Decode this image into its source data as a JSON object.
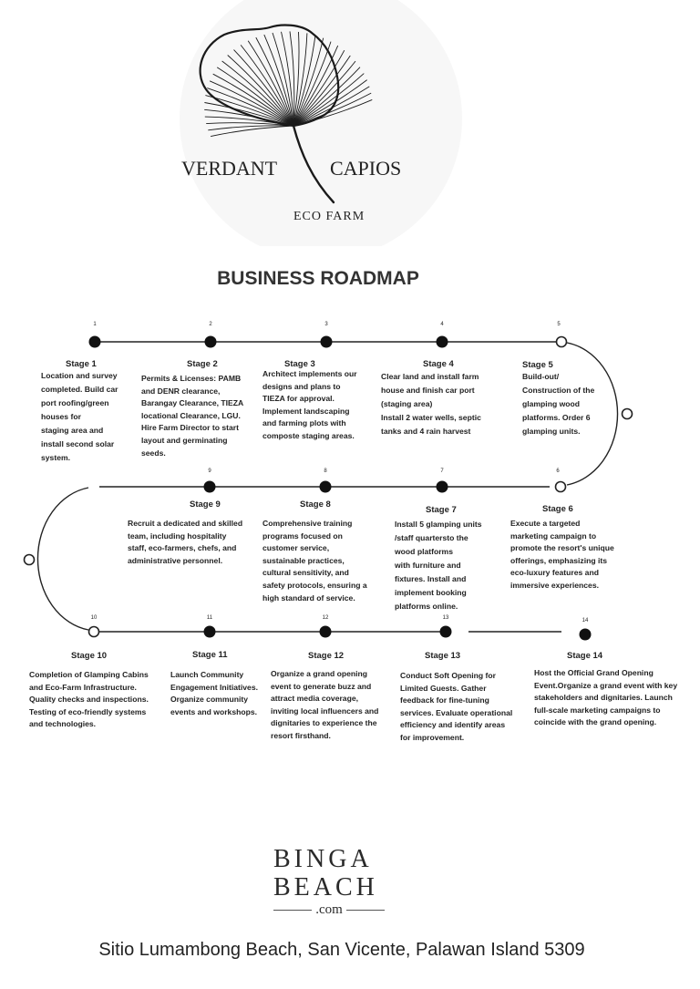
{
  "brand": {
    "word_left": "VERDANT",
    "word_right": "CAPIOS",
    "subtitle": "ECO FARM",
    "logo_icon": "ginkgo-leaf-icon"
  },
  "title": "BUSINESS ROADMAP",
  "stages": [
    {
      "num": "1",
      "label": "Stage 1",
      "filled": true,
      "text": "Location and survey\ncompleted. Build car\nport roofing/green\nhouses for\nstaging area and\ninstall  second  solar\nsystem."
    },
    {
      "num": "2",
      "label": "Stage 2",
      "filled": true,
      "text": "Permits & Licenses: PAMB\nand DENR clearance,\nBarangay Clearance, TIEZA\nlocational Clearance, LGU.\nHire Farm Director to start\nlayout and germinating\nseeds."
    },
    {
      "num": "3",
      "label": "Stage 3",
      "filled": true,
      "text": "Architect implements our\ndesigns and plans to\nTIEZA for approval.\nImplement landscaping\nand farming plots with\ncomposte staging areas."
    },
    {
      "num": "4",
      "label": "Stage 4",
      "filled": true,
      "text": "Clear land and install farm\nhouse and finish car port\n(staging area)\nInstall 2 water wells, septic\ntanks and 4 rain harvest"
    },
    {
      "num": "5",
      "label": "Stage 5",
      "filled": false,
      "text": "Build-out/\nConstruction of the\nglamping wood\nplatforms. Order 6\nglamping units."
    },
    {
      "num": "6",
      "label": "Stage 6",
      "filled": false,
      "text": "Execute a targeted\nmarketing campaign to\npromote the resort's unique\nofferings, emphasizing its\neco-luxury features and\nimmersive experiences."
    },
    {
      "num": "7",
      "label": "Stage 7",
      "filled": true,
      "text": "Install 5 glamping units\n/staff quartersto the\nwood platforms\nwith furniture and\nfixtures. Install and\nimplement booking\nplatforms online."
    },
    {
      "num": "8",
      "label": "Stage 8",
      "filled": true,
      "text": "Comprehensive training\nprograms focused on\ncustomer service,\nsustainable practices,\ncultural sensitivity, and\nsafety protocols, ensuring a\nhigh standard of service."
    },
    {
      "num": "9",
      "label": "Stage 9",
      "filled": true,
      "text": "Recruit a dedicated and skilled\nteam, including hospitality\nstaff, eco-farmers, chefs, and\nadministrative personnel."
    },
    {
      "num": "10",
      "label": "Stage 10",
      "filled": false,
      "text": "Completion of Glamping Cabins\nand Eco-Farm Infrastructure.\nQuality checks and inspections.\nTesting of eco-friendly systems\nand technologies."
    },
    {
      "num": "11",
      "label": "Stage 11",
      "filled": true,
      "text": "Launch Community\nEngagement Initiatives.\nOrganize community\nevents and workshops."
    },
    {
      "num": "12",
      "label": "Stage 12",
      "filled": true,
      "text": "Organize a grand opening\nevent to generate buzz and\nattract media coverage,\ninviting local influencers and\ndignitaries to experience the\nresort firsthand."
    },
    {
      "num": "13",
      "label": "Stage 13",
      "filled": true,
      "text": "Conduct Soft Opening for\nLimited Guests. Gather\nfeedback for fine-tuning\nservices. Evaluate operational\nefficiency and identify areas\nfor improvement."
    },
    {
      "num": "14",
      "label": "Stage 14",
      "filled": true,
      "text": "Host the Official Grand Opening\nEvent.Organize a grand event with key\nstakeholders and dignitaries. Launch\nfull-scale marketing campaigns to\ncoincide with the grand opening."
    }
  ],
  "footer": {
    "logo_line1": "BINGA",
    "logo_line2": "BEACH",
    "logo_domain": ".com",
    "address": "Sitio Lumambong Beach, San Vicente, Palawan Island 5309"
  },
  "colors": {
    "ink": "#1e1e1e",
    "title": "#333333",
    "node_filled": "#111111",
    "node_open": "#ffffff"
  }
}
